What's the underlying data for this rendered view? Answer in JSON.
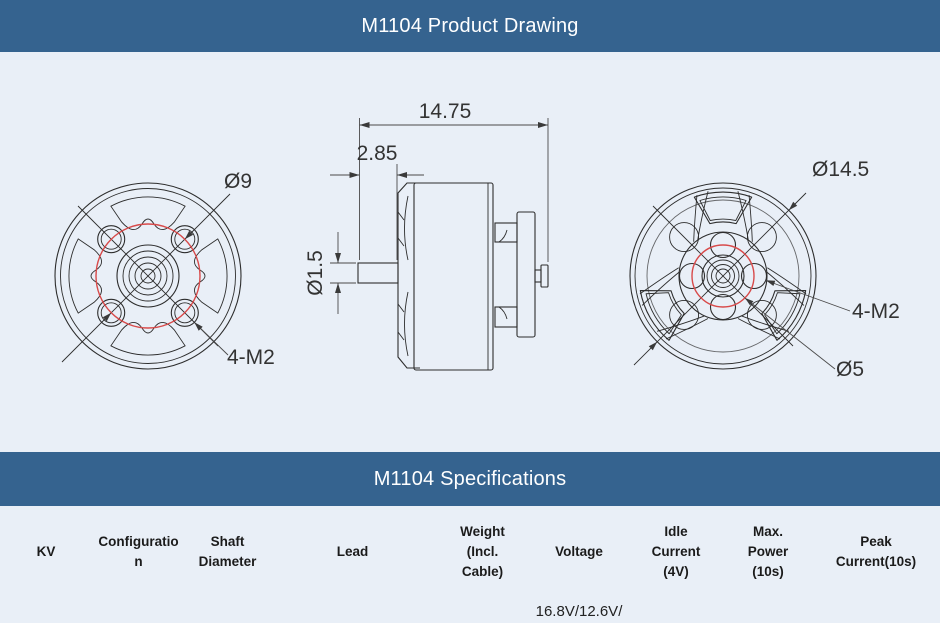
{
  "page": {
    "title_bar": "M1104 Product Drawing",
    "specs_bar": "M1104 Specifications"
  },
  "colors": {
    "header_bg": "#35638f",
    "page_bg": "#e9eff7",
    "drawing_line": "#2d2d2d",
    "bolt_circle_red": "#d84a4a"
  },
  "drawing": {
    "front_view": {
      "bolt_circle_label": "Ø9",
      "mount_holes_label": "4-M2"
    },
    "side_view": {
      "overall_length": "14.75",
      "shaft_protrusion": "2.85",
      "shaft_diameter": "Ø1.5"
    },
    "rear_view": {
      "outer_diameter_label": "Ø14.5",
      "mount_holes_label": "4-M2",
      "bolt_circle_label": "Ø5"
    }
  },
  "spec_table": {
    "columns": [
      "KV",
      "Configuration",
      "Shaft Diameter",
      "Lead",
      "Weight (Incl. Cable)",
      "Voltage",
      "Idle Current (4V)",
      "Max. Power (10s)",
      "Peak Current(10s)"
    ],
    "partial_row": {
      "voltage": "16.8V/12.6V/"
    }
  }
}
